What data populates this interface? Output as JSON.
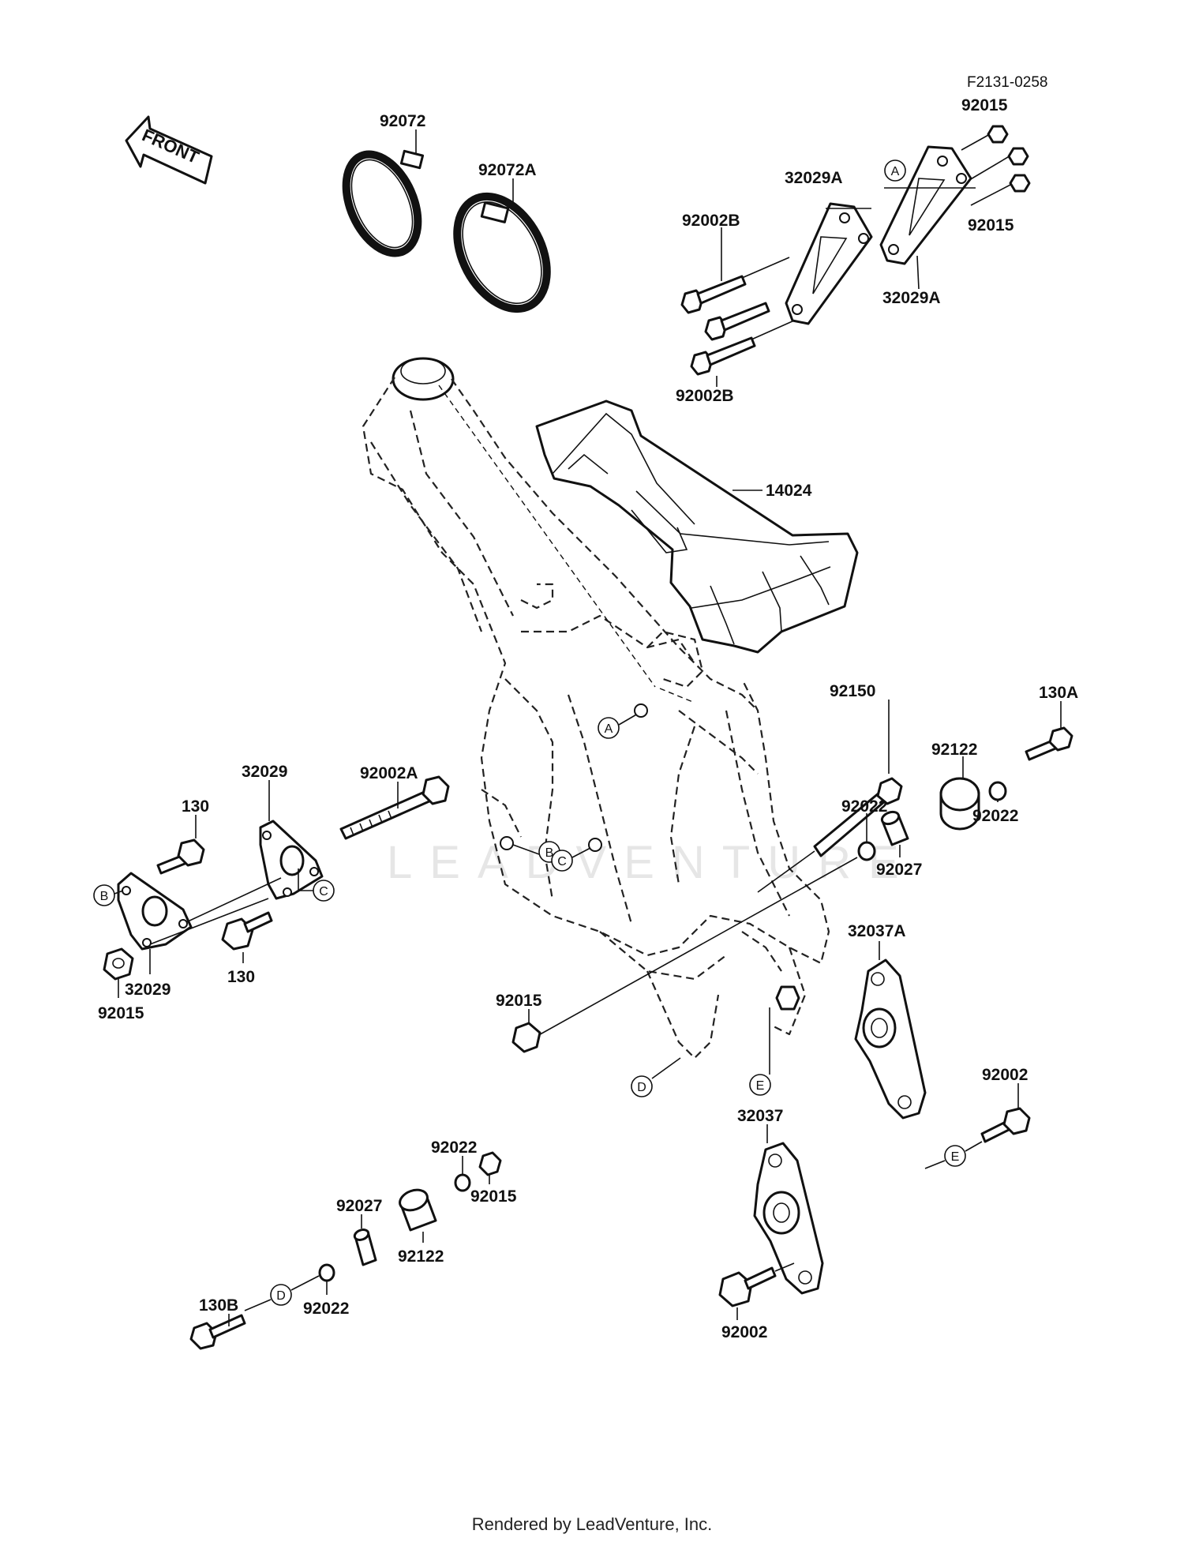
{
  "diagram": {
    "figure_code": "F2131-0258",
    "direction_label": "FRONT",
    "watermark": "LEADVENTURE",
    "footer": "Rendered by LeadVenture, Inc.",
    "callouts": {
      "c92072": "92072",
      "c92072A": "92072A",
      "c92015_top": "92015",
      "c92015_right": "92015",
      "c32029A_top": "32029A",
      "c32029A_right": "32029A",
      "c92002B_top": "92002B",
      "c92002B_bot": "92002B",
      "c14024": "14024",
      "c92150": "92150",
      "c130A": "130A",
      "c92122_right": "92122",
      "c92022_right": "92022",
      "c92022_mid": "92022",
      "c92027_right": "92027",
      "c32029_top": "32029",
      "c92002A": "92002A",
      "c130_top": "130",
      "c130_bot": "130",
      "c32029_bot": "32029",
      "c92015_left": "92015",
      "c92015_center": "92015",
      "c32037A": "32037A",
      "c92002_right": "92002",
      "c32037": "32037",
      "c92002_bot": "92002",
      "c92022_lower": "92022",
      "c92015_lower": "92015",
      "c92027_lower": "92027",
      "c92122_lower": "92122",
      "c130B": "130B",
      "c92022_bottom": "92022"
    },
    "refs": {
      "r_a1": "A",
      "r_a2": "A",
      "r_b1": "B",
      "r_b2": "B",
      "r_c1": "C",
      "r_c2": "C",
      "r_d1": "D",
      "r_d2": "D",
      "r_e1": "E",
      "r_e2": "E"
    }
  }
}
